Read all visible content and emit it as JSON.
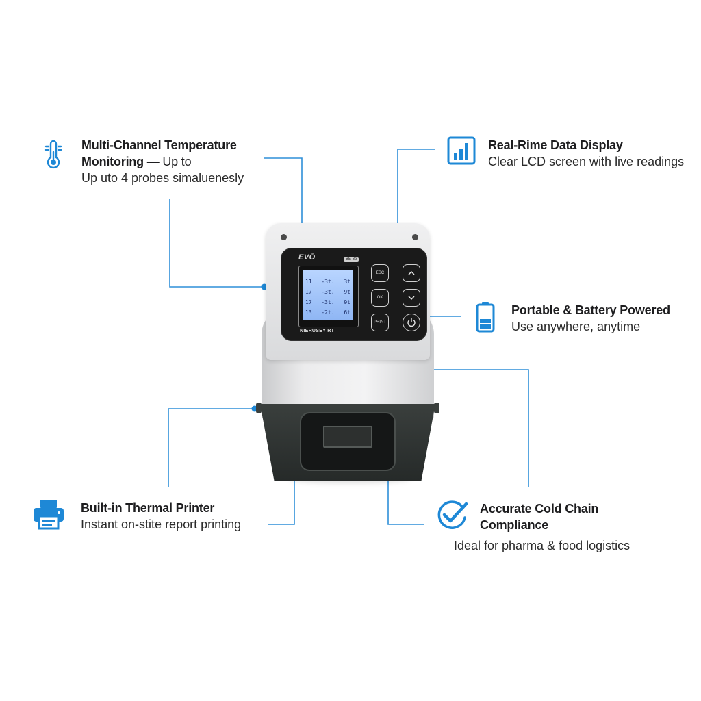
{
  "features": {
    "multi_channel": {
      "title_line1": "Multi-Channel Temperature",
      "title_line2_bold": "Monitoring",
      "title_line2_rest": " — Up to",
      "desc": "Up uto 4 probes simaluenesly",
      "icon": "thermometer-icon"
    },
    "realtime": {
      "title": "Real-Rime Data Display",
      "desc": "Clear LCD screen with live readings",
      "icon": "bar-chart-icon"
    },
    "portable": {
      "title": "Portable & Battery Powered",
      "desc": "Use anywhere, anytime",
      "icon": "battery-icon"
    },
    "printer": {
      "title": "Built-in Thermal Printer",
      "desc": "Instant on-stite report printing",
      "icon": "printer-icon"
    },
    "compliance": {
      "title_line1": "Accurate Cold Chain",
      "title_line2": "Compliance",
      "desc": "Ideal for pharma & food logistics",
      "icon": "checkmark-circle-icon"
    }
  },
  "device": {
    "brand": "EVŌ",
    "badge": "BE 8e",
    "model": "NIERUSEY RT",
    "buttons": {
      "esc": "ESC",
      "ok": "OK",
      "print": "PRINT"
    },
    "lcd_rows": [
      {
        "ch": "11",
        "val": "-3t.",
        "unit": "3t"
      },
      {
        "ch": "17",
        "val": "-3t.",
        "unit": "9t"
      },
      {
        "ch": "17",
        "val": "-3t.",
        "unit": "9t"
      },
      {
        "ch": "13",
        "val": "-2t.",
        "unit": "6t"
      }
    ]
  },
  "colors": {
    "accent": "#1e88d6",
    "leader": "#2f8fd9",
    "text": "#1d1d1f"
  }
}
